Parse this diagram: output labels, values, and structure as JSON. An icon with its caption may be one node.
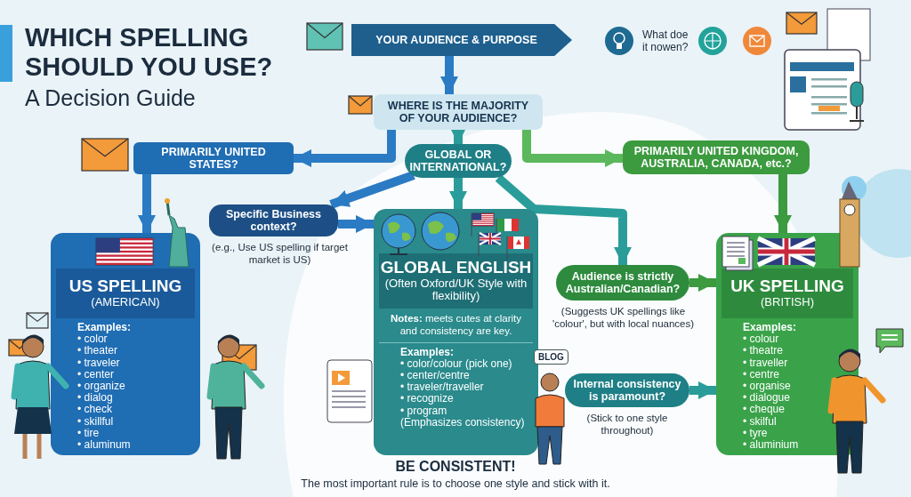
{
  "diagram": {
    "title": "WHICH SPELLING SHOULD YOU USE?",
    "nodes": [
      {
        "text": [
          "YOUR AUDIENCE & PURPOSE"
        ]
      },
      {
        "text": [
          "WHERE IS THE MAJORITY OF YOUR AUDIENCE?"
        ]
      },
      {
        "text": [
          "PRIMARILY UNITED STATES?"
        ]
      },
      {
        "text": [
          "GLOBAL OR INTERNATIONAL?"
        ]
      },
      {
        "text": [
          "PRIMARILY UNITED KINGDOM, AUSTRALIA, CANADA, etc.?"
        ]
      },
      {
        "text": [
          "Specific Business context?"
        ],
        "beside": [
          "(e.g., Use US spelling if target market is US)"
        ]
      },
      {
        "text": [
          "US SPELLING",
          "(AMERICAN)",
          "Examples:",
          "• color",
          "• theater",
          "• traveler",
          "• center",
          "• organize",
          "• dialog",
          "• check",
          "• skillful",
          "• tire",
          "• aluminum"
        ]
      },
      {
        "text": [
          "GLOBAL ENGLISH",
          "(Often Oxford/UK Style with flexibility)",
          "**Notes:** meets cutes at clarity and consistency are key.",
          "Examples:",
          "• color/colour (pick one)",
          "• center/centre",
          "• traveler/traveller",
          "• recognize",
          "• program",
          "(Emphasizes consistency)"
        ]
      },
      {
        "text": [
          "Audience is strictly Australian/Canadian?"
        ],
        "beside": [
          "(Suggests UK spellings like 'colour', but with local nuances)"
        ]
      },
      {
        "text": [
          "Internal consistency is paramount?"
        ],
        "beside": [
          "(Stick to one style throughout)"
        ]
      },
      {
        "text": [
          "UK SPELLING",
          "(BRITISH)",
          "Examples:",
          "• colour",
          "• theatre",
          "• traveller",
          "• centre",
          "• organise",
          "• dialogue",
          "• cheque",
          "• skilful",
          "• tyre",
          "• aluminium"
        ]
      }
    ],
    "edges": [
      {
        "from": 0,
        "to": 1,
        "arrow": "to"
      },
      {
        "from": 1,
        "to": 2,
        "arrow": "to"
      },
      {
        "from": 1,
        "to": 3,
        "arrow": "to",
        "color": "#2a9d9a"
      },
      {
        "from": 1,
        "to": 4,
        "arrow": "to",
        "color": "#5cb85c"
      },
      {
        "from": 2,
        "to": 6,
        "arrow": "to"
      },
      {
        "from": 3,
        "to": 5,
        "arrow": "to"
      },
      {
        "from": 5,
        "to": 7,
        "arrow": "to"
      },
      {
        "from": 3,
        "to": 7,
        "arrow": "to",
        "color": "#2a9d9a"
      },
      {
        "from": 3,
        "to": 8,
        "arrow": "to",
        "color": "#2a9d9a"
      },
      {
        "from": 8,
        "to": 10,
        "arrow": "to",
        "color": "#3c9a3f"
      },
      {
        "from": 9,
        "to": 10,
        "arrow": "to",
        "color": "#2a9d9a"
      },
      {
        "from": 4,
        "to": 10,
        "arrow": "to",
        "color": "#3c9a3f"
      }
    ],
    "labels": [
      "A Decision Guide",
      "What doe it nowen?",
      "BLOG",
      "BE CONSISTENT!",
      "The most important rule is to choose one style and stick with it."
    ]
  }
}
